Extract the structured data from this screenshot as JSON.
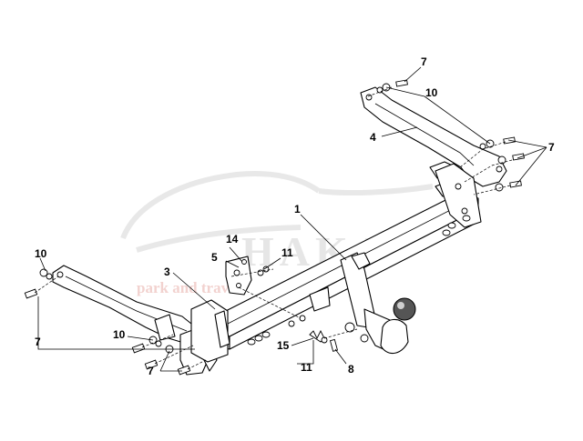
{
  "watermark": {
    "brand": "HAKA",
    "tagline": "park and travel"
  },
  "callouts": {
    "c1": "1",
    "c3": "3",
    "c4": "4",
    "c5": "5",
    "c7_top": "7",
    "c7_right": "7",
    "c7_left": "7",
    "c7_bottom": "7",
    "c8": "8",
    "c10_top": "10",
    "c10_left": "10",
    "c10_bottom": "10",
    "c11_upper": "11",
    "c11_lower": "11",
    "c14": "14",
    "c15": "15"
  }
}
